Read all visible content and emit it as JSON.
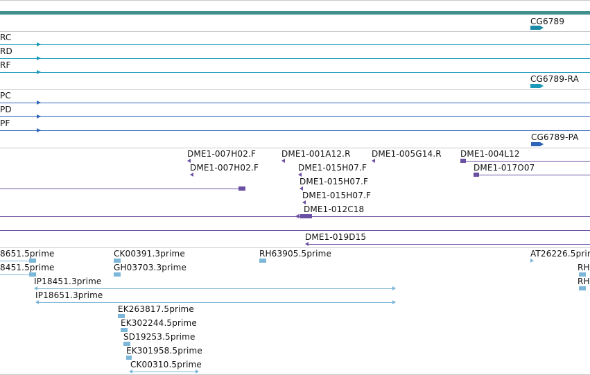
{
  "genes": {
    "label": "CG6789"
  },
  "transcripts": {
    "rc": "RC",
    "rd": "RD",
    "rf": "RF",
    "label": "CG6789-RA"
  },
  "proteins": {
    "pc": "PC",
    "pd": "PD",
    "pf": "PF",
    "label": "CG6789-PA"
  },
  "cdna": {
    "items": [
      "DME1-007H02.F",
      "DME1-001A12.R",
      "DME1-005G14.R",
      "DME1-004L12",
      "DME1-007H02.F",
      "DME1-015H07.F",
      "DME1-017O07",
      "DME1-015H07.F",
      "DME1-015H07.F",
      "DME1-012C18",
      "DME1-019D15"
    ]
  },
  "ests": {
    "items": [
      "8651.5prime",
      "CK00391.3prime",
      "RH63905.5prime",
      "AT26226.5prime",
      "RH",
      "8451.5prime",
      "GH03703.3prime",
      "RH",
      "IP18451.3prime",
      "IP18651.3prime",
      "EK263817.5prime",
      "EK302244.5prime",
      "SD19253.5prime",
      "EK301958.5prime",
      "CK00310.5prime"
    ]
  },
  "colors": {
    "banner": "#3f8f8c",
    "gene": "#1a8aa8",
    "transcript": "#1a9ab8",
    "protein": "#2f63b8",
    "cdna": "#6a4fa3",
    "est": "#7cb6d8"
  }
}
